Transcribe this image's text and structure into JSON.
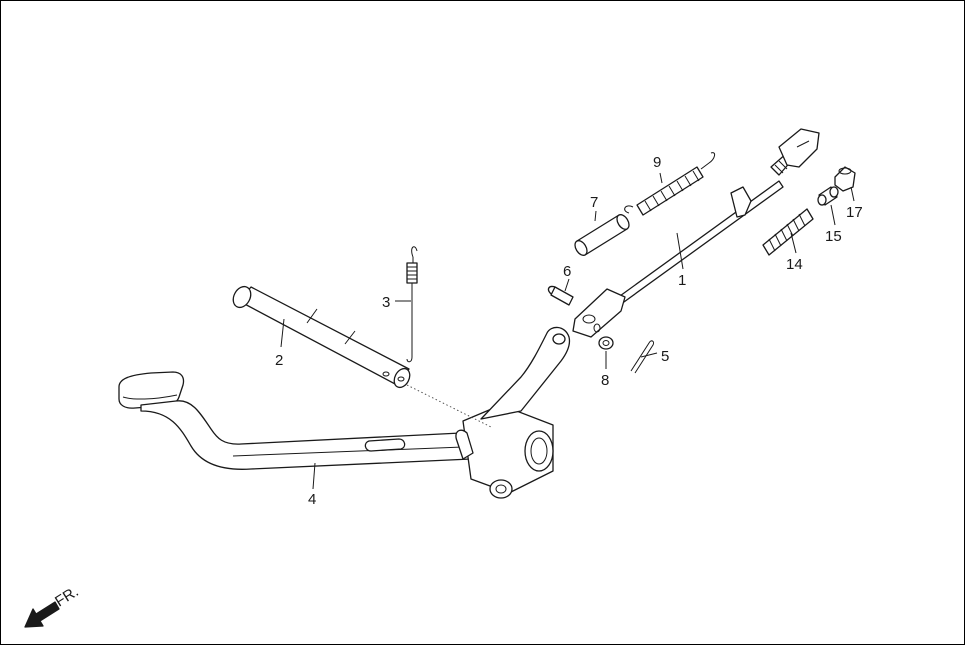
{
  "diagram": {
    "callouts": {
      "p1": "1",
      "p2": "2",
      "p3": "3",
      "p4": "4",
      "p5": "5",
      "p6": "6",
      "p7": "7",
      "p8": "8",
      "p9": "9",
      "p14": "14",
      "p15": "15",
      "p17": "17"
    },
    "front_indicator": "FR."
  }
}
